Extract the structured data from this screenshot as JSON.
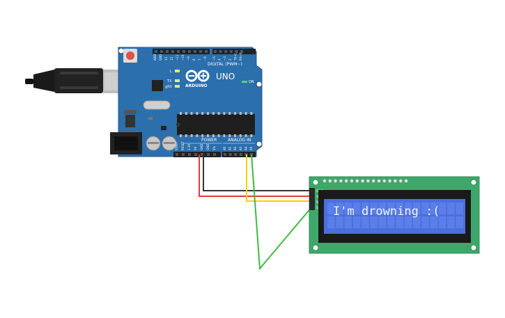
{
  "board": {
    "brand": "ARDUINO",
    "model": "UNO",
    "on_label": "ON",
    "led_labels": [
      "L",
      "TX",
      "RX"
    ],
    "digital_header_label": "DIGITAL (PWM~)",
    "digital_pins": [
      "AREF",
      "GND",
      "13",
      "12",
      "~11",
      "~10",
      "~9",
      "8",
      "7",
      "~6",
      "~5",
      "4",
      "~3",
      "2",
      "TX→1",
      "RX←0"
    ],
    "power_label": "POWER",
    "power_pins": [
      "IOREF",
      "RESET",
      "3.3V",
      "5V",
      "GND",
      "GND",
      "Vin"
    ],
    "analog_label": "ANALOG IN",
    "analog_pins": [
      "A0",
      "A1",
      "A2",
      "A3",
      "A4",
      "A5"
    ]
  },
  "lcd": {
    "pins": [
      "GND",
      "VCC",
      "SDA",
      "SCL"
    ],
    "display_text": "I'm drowning :("
  },
  "wires": {
    "gnd_color": "#333333",
    "vcc_color": "#e53935",
    "sda_color": "#f0d400",
    "scl_color": "#3dbb3d"
  },
  "colors": {
    "board": "#2b6fad",
    "lcd_pcb": "#3ea86a",
    "lcd_screen": "#4a6fe0"
  }
}
